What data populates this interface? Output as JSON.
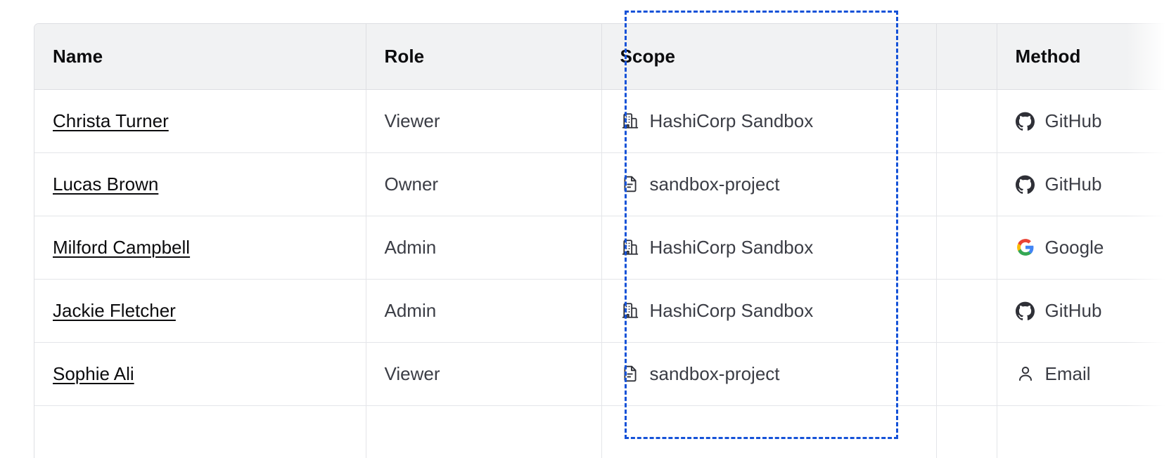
{
  "table": {
    "columns": [
      {
        "key": "name",
        "label": "Name"
      },
      {
        "key": "role",
        "label": "Role"
      },
      {
        "key": "scope",
        "label": "Scope"
      },
      {
        "key": "blank",
        "label": ""
      },
      {
        "key": "method",
        "label": "Method"
      }
    ],
    "rows": [
      {
        "name": "Christa Turner",
        "role": "Viewer",
        "scope": "HashiCorp Sandbox",
        "scope_icon": "organization-building-icon",
        "method": "GitHub",
        "method_icon": "github-icon"
      },
      {
        "name": "Lucas Brown",
        "role": "Owner",
        "scope": "sandbox-project",
        "scope_icon": "project-document-icon",
        "method": "GitHub",
        "method_icon": "github-icon"
      },
      {
        "name": "Milford Campbell",
        "role": "Admin",
        "scope": "HashiCorp Sandbox",
        "scope_icon": "organization-building-icon",
        "method": "Google",
        "method_icon": "google-icon"
      },
      {
        "name": "Jackie Fletcher",
        "role": "Admin",
        "scope": "HashiCorp Sandbox",
        "scope_icon": "organization-building-icon",
        "method": "GitHub",
        "method_icon": "github-icon"
      },
      {
        "name": "Sophie Ali",
        "role": "Viewer",
        "scope": "sandbox-project",
        "scope_icon": "project-document-icon",
        "method": "Email",
        "method_icon": "user-person-icon"
      },
      {
        "name": "",
        "role": "",
        "scope": "",
        "scope_icon": "",
        "method": "",
        "method_icon": ""
      }
    ]
  },
  "annotation": {
    "type": "dashed-rectangle-highlight",
    "target_column": "Scope",
    "color": "#1552d8",
    "style": "dashed"
  },
  "colors": {
    "header_bg": "#f1f2f3",
    "header_text": "#0c0c0e",
    "body_text": "#3b3d45",
    "link_text": "#0c0c0e",
    "border": "#dedfe3",
    "row_border": "#e4e5e9",
    "highlight": "#1552d8",
    "google_blue": "#4285f4",
    "google_red": "#ea4335",
    "google_yellow": "#fbbc05",
    "google_green": "#34a853",
    "github_dark": "#2f3037"
  }
}
